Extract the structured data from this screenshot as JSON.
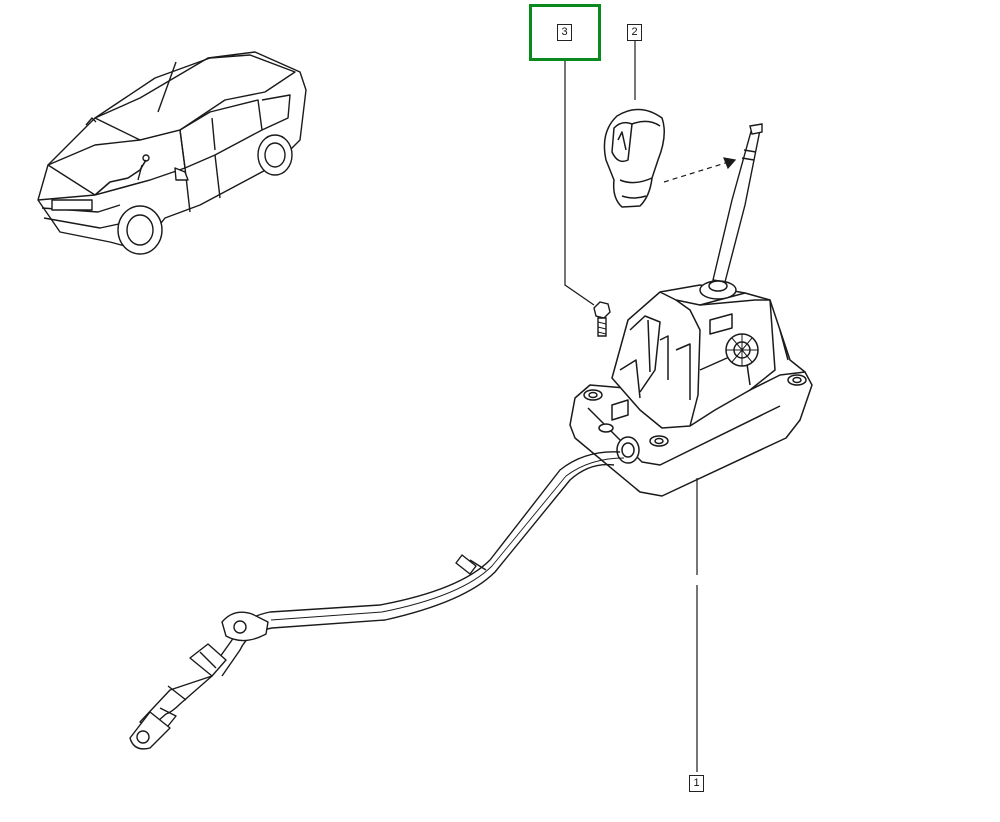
{
  "callouts": {
    "part_1": "1",
    "part_2": "2",
    "part_3": "3"
  },
  "selected_callout": "3",
  "colors": {
    "line": "#1a1a1a",
    "highlight": "#0a8a1c"
  }
}
